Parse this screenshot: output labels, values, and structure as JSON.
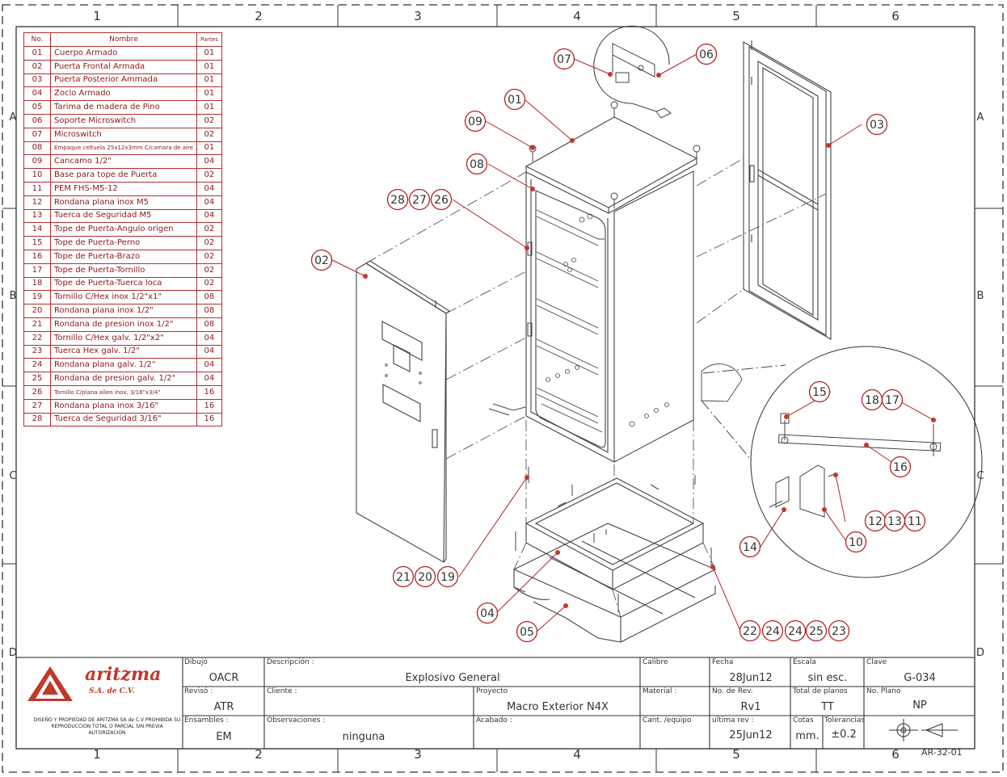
{
  "bom": {
    "headers": [
      "No.",
      "Nombre",
      "Partes"
    ],
    "rows": [
      [
        "01",
        "Cuerpo Armado",
        "01"
      ],
      [
        "02",
        "Puerta Frontal Armada",
        "01"
      ],
      [
        "03",
        "Puerta Posterior Ammada",
        "01"
      ],
      [
        "04",
        "Zoclo Armado",
        "01"
      ],
      [
        "05",
        "Tarima de madera de Pino",
        "01"
      ],
      [
        "06",
        "Soporte Microswitch",
        "02"
      ],
      [
        "07",
        "Microswitch",
        "02"
      ],
      [
        "08",
        "Empaque celtuela 25x12x3mm C/camara de aire",
        "01"
      ],
      [
        "09",
        "Cancamo 1/2\"",
        "04"
      ],
      [
        "10",
        "Base para tope de Puerta",
        "02"
      ],
      [
        "11",
        "PEM FHS-M5-12",
        "04"
      ],
      [
        "12",
        "Rondana plana inox M5",
        "04"
      ],
      [
        "13",
        "Tuerca de Seguridad M5",
        "04"
      ],
      [
        "14",
        "Tope de Puerta-Angulo origen",
        "02"
      ],
      [
        "15",
        "Tope de Puerta-Perno",
        "02"
      ],
      [
        "16",
        "Tope de Puerta-Brazo",
        "02"
      ],
      [
        "17",
        "Tope de Puerta-Tornillo",
        "02"
      ],
      [
        "18",
        "Tope de Puerta-Tuerca loca",
        "02"
      ],
      [
        "19",
        "Tornillo C/Hex inox 1/2\"x1\"",
        "08"
      ],
      [
        "20",
        "Rondana plana inox 1/2\"",
        "08"
      ],
      [
        "21",
        "Rondana de presion inox 1/2\"",
        "08"
      ],
      [
        "22",
        "Tornillo C/Hex galv. 1/2\"x2\"",
        "04"
      ],
      [
        "23",
        "Tuerca Hex galv. 1/2\"",
        "04"
      ],
      [
        "24",
        "Rondana plana galv. 1/2\"",
        "04"
      ],
      [
        "25",
        "Rondana de presion galv. 1/2\"",
        "04"
      ],
      [
        "26",
        "Tornillo C/plana allen inox. 3/16\"x3/4\"",
        "16"
      ],
      [
        "27",
        "Rondana plana inox 3/16\"",
        "16"
      ],
      [
        "28",
        "Tuerca de Seguridad 3/16\"",
        "16"
      ]
    ]
  },
  "zones": {
    "cols": [
      "1",
      "2",
      "3",
      "4",
      "5",
      "6"
    ],
    "rows": [
      "A",
      "B",
      "C",
      "D"
    ]
  },
  "balloons": [
    {
      "label": "01"
    },
    {
      "label": "02"
    },
    {
      "label": "03"
    },
    {
      "label": "04"
    },
    {
      "label": "05"
    },
    {
      "label": "06"
    },
    {
      "label": "07"
    },
    {
      "label": "08"
    },
    {
      "label": "09"
    },
    {
      "label": "10"
    },
    {
      "label": "11"
    },
    {
      "label": "12"
    },
    {
      "label": "13"
    },
    {
      "label": "14"
    },
    {
      "label": "15"
    },
    {
      "label": "16"
    },
    {
      "label": "17"
    },
    {
      "label": "18"
    },
    {
      "label": "19"
    },
    {
      "label": "20"
    },
    {
      "label": "21"
    },
    {
      "label": "22"
    },
    {
      "label": "23"
    },
    {
      "label": "24"
    },
    {
      "label": "24"
    },
    {
      "label": "25"
    },
    {
      "label": "26"
    },
    {
      "label": "27"
    },
    {
      "label": "28"
    }
  ],
  "title_block": {
    "logo_text": "aritzma",
    "logo_sub": "S.A. de C.V.",
    "disclaimer": "DISEÑO Y PROPIEDAD DE ARITZMA SA de C.V PROHIBIDA SU REPRODUCCION TOTAL O PARCIAL SIN PREVIA AUTORIZACION",
    "dibujo_label": "Dibujó",
    "dibujo": "OACR",
    "reviso_label": "Revisó :",
    "reviso": "ATR",
    "ensambles_label": "Ensambles :",
    "ensambles": "EM",
    "descripcion_label": "Descripción :",
    "descripcion": "Explosivo General",
    "cliente_label": "Cliente :",
    "cliente": "",
    "proyecto_label": "Proyecto",
    "proyecto": "Macro Exterior N4X",
    "observaciones_label": "Observaciones :",
    "observaciones": "ninguna",
    "acabado_label": "Acabado :",
    "acabado": "",
    "calibre_label": "Calibre",
    "calibre": "",
    "material_label": "Material :",
    "material": "",
    "cant_label": "Cant. /equipo",
    "cant": "",
    "fecha_label": "Fecha",
    "fecha": "28Jun12",
    "norev_label": "No. de Rev.",
    "norev": "Rv1",
    "ultrev_label": "ultima rev :",
    "ultrev": "25Jun12",
    "escala_label": "Escala",
    "escala": "sin esc.",
    "planos_label": "Total de planos",
    "planos": "TT",
    "cotas_label": "Cotas",
    "cotas": "mm.",
    "tol_label": "Tolerancias",
    "tol": "±0.2",
    "clave_label": "Clave",
    "clave": "G-034",
    "noplano_label": "No. Plano",
    "noplano": "NP"
  },
  "sheet_code": "AR-32-01",
  "colors": {
    "balloon": "#b22222",
    "line": "#444444",
    "red": "#c0392b"
  }
}
